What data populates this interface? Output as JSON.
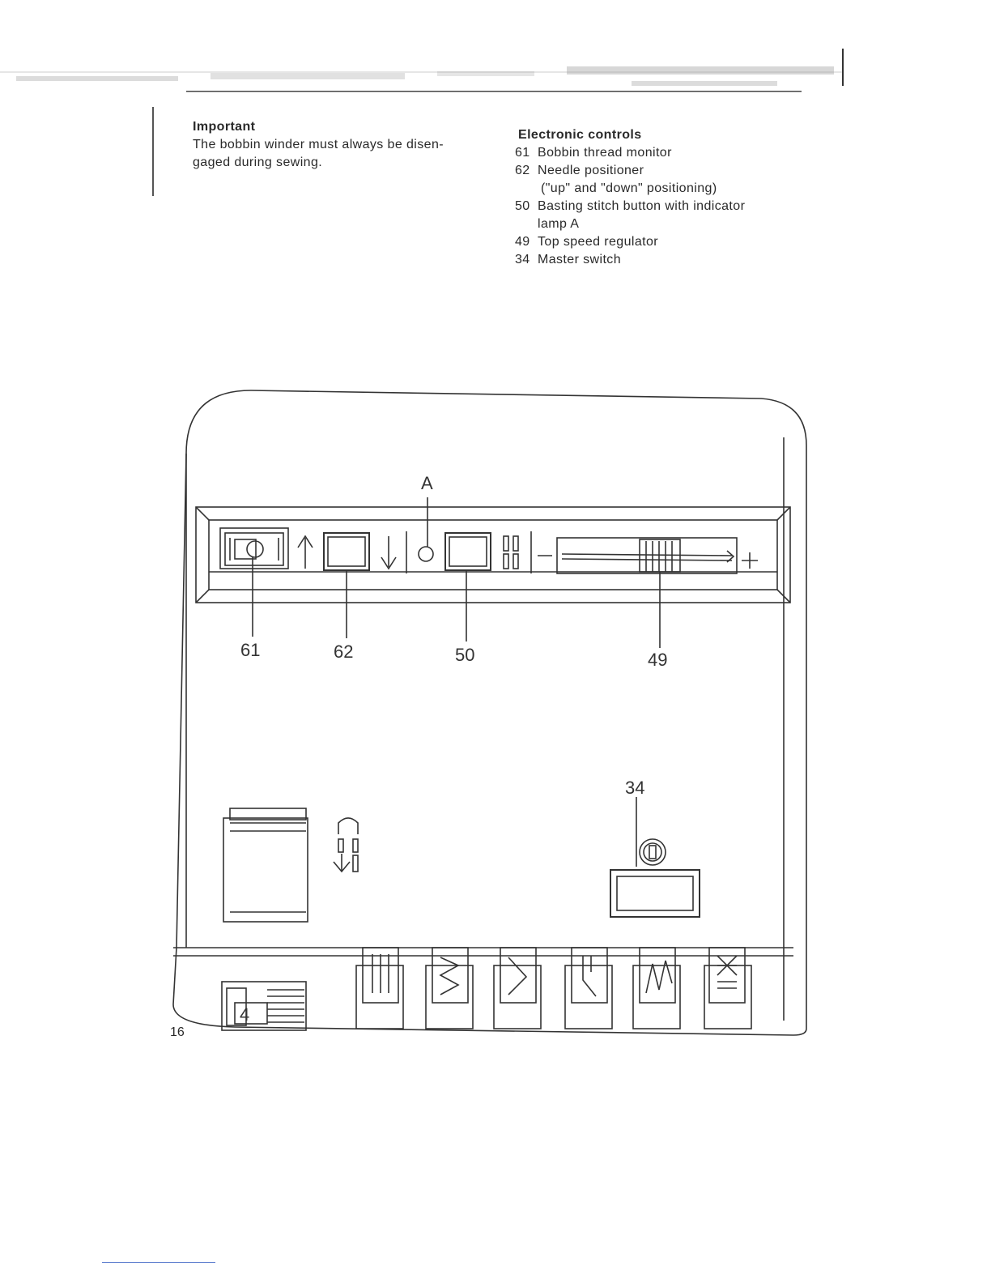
{
  "important": {
    "heading": "Important",
    "text_line1": "The bobbin winder must always be disen-",
    "text_line2": "gaged during sewing."
  },
  "electronic_controls": {
    "heading": "Electronic controls",
    "items": [
      {
        "num": "61",
        "line1": "Bobbin thread monitor",
        "line2": ""
      },
      {
        "num": "62",
        "line1": "Needle positioner",
        "line2": "(\"up\" and \"down\" positioning)"
      },
      {
        "num": "50",
        "line1": "Basting stitch button with indicator",
        "line2": "lamp A"
      },
      {
        "num": "49",
        "line1": "Top speed regulator",
        "line2": ""
      },
      {
        "num": "34",
        "line1": "Master switch",
        "line2": ""
      }
    ]
  },
  "diagram": {
    "label_a": "A",
    "callout_61": "61",
    "callout_62": "62",
    "callout_50": "50",
    "callout_49": "49",
    "callout_34": "34",
    "footer_digit": "4"
  },
  "page_number": "16"
}
